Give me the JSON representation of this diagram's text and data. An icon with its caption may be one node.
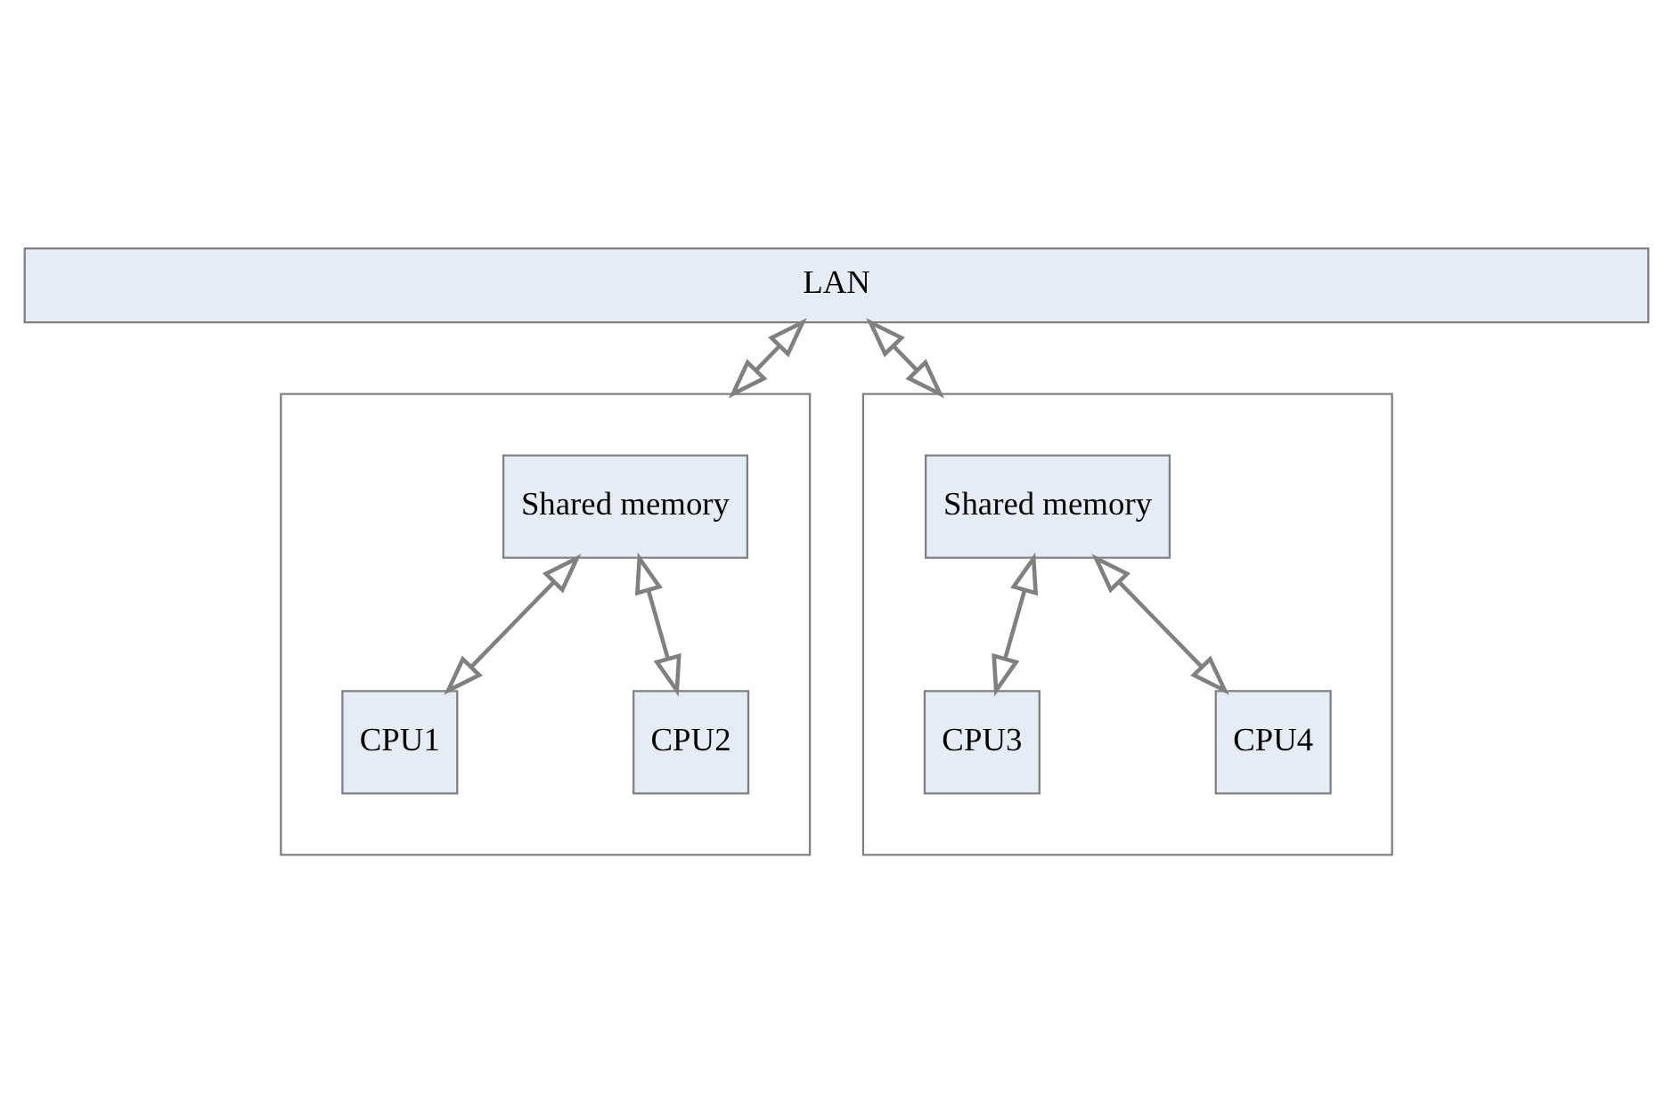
{
  "diagram": {
    "nodes": [
      {
        "text": [
          "LAN"
        ]
      },
      {
        "text": [],
        "shape": "box"
      },
      {
        "text": [
          "Shared memory"
        ],
        "in": 1
      },
      {
        "text": [
          "CPU1"
        ],
        "in": 1
      },
      {
        "text": [
          "CPU2"
        ],
        "in": 1
      },
      {
        "text": [],
        "shape": "box"
      },
      {
        "text": [
          "Shared memory"
        ],
        "in": 5
      },
      {
        "text": [
          "CPU3"
        ],
        "in": 5
      },
      {
        "text": [
          "CPU4"
        ],
        "in": 5
      }
    ],
    "edges": [
      {
        "from": 0,
        "to": 1,
        "arrow": "both"
      },
      {
        "from": 0,
        "to": 5,
        "arrow": "both"
      },
      {
        "from": 2,
        "to": 3,
        "arrow": "both"
      },
      {
        "from": 2,
        "to": 4,
        "arrow": "both"
      },
      {
        "from": 6,
        "to": 7,
        "arrow": "both"
      },
      {
        "from": 6,
        "to": 8,
        "arrow": "both"
      }
    ]
  }
}
